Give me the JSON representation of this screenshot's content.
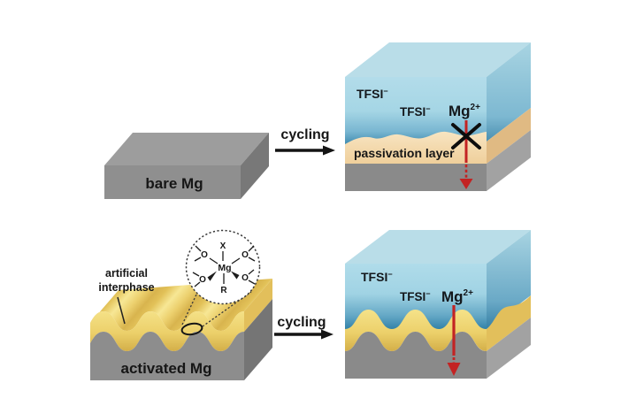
{
  "colors": {
    "electrolyte_light": "#b9dde8",
    "electrolyte_deep": "#2f7fa6",
    "magnesium_gray": "#8d8d8d",
    "interphase_yellow": "#eed267",
    "passivation_tan": "#f2d4a3",
    "arrow_red": "#c32323",
    "ink": "#161616"
  },
  "top_left": {
    "slab_label": "bare Mg"
  },
  "top_process": {
    "label": "cycling"
  },
  "top_right": {
    "ion_far": {
      "base": "TFSI",
      "sup": "−"
    },
    "ion_near": {
      "base": "TFSI",
      "sup": "−"
    },
    "cation": {
      "base": "Mg",
      "sup": "2+"
    },
    "layer_label": "passivation layer"
  },
  "bottom_left": {
    "callout": {
      "line1": "artificial",
      "line2": "interphase"
    },
    "slab_label": "activated Mg",
    "molecule": {
      "center": "Mg",
      "axial_top": "X",
      "axial_bottom": "R",
      "ligand": "O"
    }
  },
  "bottom_process": {
    "label": "cycling"
  },
  "bottom_right": {
    "ion_far": {
      "base": "TFSI",
      "sup": "−"
    },
    "ion_near": {
      "base": "TFSI",
      "sup": "−"
    },
    "cation": {
      "base": "Mg",
      "sup": "2+"
    }
  }
}
